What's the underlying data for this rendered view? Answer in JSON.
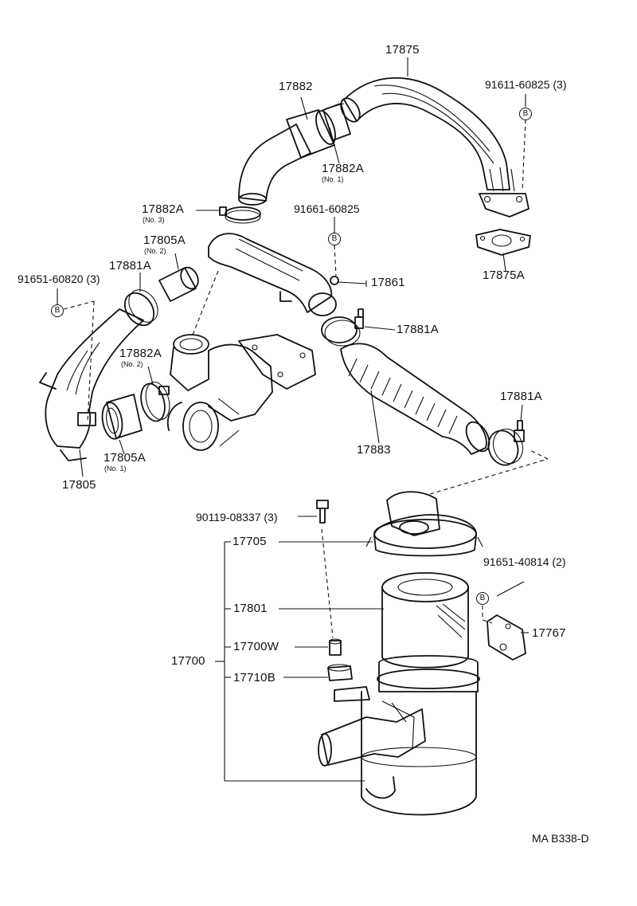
{
  "parts": {
    "p17875": "17875",
    "p17882": "17882",
    "p17882A_1": "17882A",
    "p17882A_1_note": "(No. 1)",
    "p91611": "91611-60825 (3)",
    "p17882A_3": "17882A",
    "p17882A_3_note": "(No. 3)",
    "p91661": "91661-60825",
    "p17805A_2": "17805A",
    "p17805A_2_note": "(No. 2)",
    "p17875A": "17875A",
    "p17881A_left": "17881A",
    "p91651_60820": "91651-60820 (3)",
    "p17861": "17861",
    "p17881A_mid": "17881A",
    "p17882A_2": "17882A",
    "p17882A_2_note": "(No. 2)",
    "p17881A_right": "17881A",
    "p17805A_1": "17805A",
    "p17805A_1_note": "(No. 1)",
    "p17883": "17883",
    "p17805": "17805",
    "p90119": "90119-08337 (3)",
    "p17705": "17705",
    "p91651_40814": "91651-40814 (2)",
    "p17801": "17801",
    "p17767": "17767",
    "p17700W": "17700W",
    "p17700": "17700",
    "p17710B": "17710B"
  },
  "markers": {
    "b": "B"
  },
  "footer": {
    "code": "MA B338-D"
  }
}
